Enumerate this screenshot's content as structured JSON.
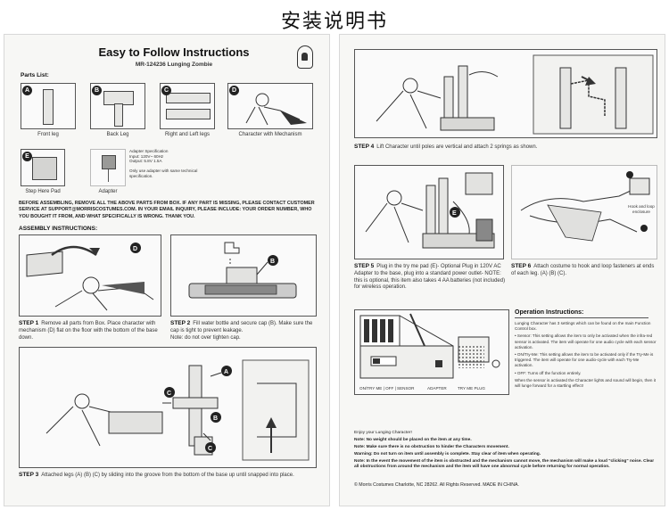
{
  "heading": "安装说明书",
  "doc": {
    "title": "Easy to Follow Instructions",
    "subtitle": "MR-124236 Lunging Zombie",
    "parts_list_label": "Parts List:",
    "parts": [
      {
        "letter": "A",
        "label": "Front leg"
      },
      {
        "letter": "B",
        "label": "Back Leg"
      },
      {
        "letter": "C",
        "label": "Right and Left legs"
      },
      {
        "letter": "D",
        "label": "Character with Mechanism"
      },
      {
        "letter": "E",
        "label": "Step Here Pad"
      },
      {
        "letter": "",
        "label": "Adapter"
      }
    ],
    "adapter_spec": "Adapter Specification\nInput: 120V~ 60Hz\nOutput: 5.8V 1.5A",
    "adapter_note": "Only use adapter with same technical specification.",
    "warning": "BEFORE ASSEMBLING, REMOVE ALL THE ABOVE PARTS FROM BOX.  IF ANY PART IS MISSING, PLEASE CONTACT CUSTOMER SERVICE AT SUPPORT@MORRISCOSTUMES.COM.  IN YOUR EMAIL INQUIRY, PLEASE INCLUDE: YOUR ORDER NUMBER, WHO YOU BOUGHT IT FROM, AND WHAT SPECIFICALLY IS WRONG.  THANK YOU.",
    "assembly_label": "ASSEMBLY INSTRUCTIONS:",
    "step1_label": "STEP 1",
    "step1_text": "Remove all parts from Box. Place character with mechanism (D) flat on the floor with the bottom of the base down.",
    "step2_label": "STEP 2",
    "step2_text": "Fill water bottle and secure cap (B). Make sure the cap is tight to prevent leakage.\nNote: do not over tighten cap.",
    "step3_label": "STEP 3",
    "step3_text": "Attached legs (A) (B) (C) by sliding into the groove from the bottom of the base up until snapped into place.",
    "step4_label": "STEP 4",
    "step4_text": "Lift Character until poles are vertical and attach 2 springs as shown.",
    "step5_label": "STEP 5",
    "step5_text": "Plug in the try me pad (E)- Optional\nPlug in 120V AC Adapter to the base, plug into a standard power outlet- NOTE: this is optional, this item also takes 4 AA batteries (not included) for wireless operation.",
    "step6_label": "STEP 6",
    "step6_text": "Attach costume to hook and loop fasteners at ends of each leg. (A) (B) (C).",
    "hook_loop_label": "Hook and loop enclosure",
    "op_title": "Operation Instructions:",
    "op_intro": "Lunging Character has 3 settings which can be found on the main Function Control box.",
    "op_sensor": "• Sensor: This setting allows the item to only be activated when the infra-red sensor is activated. The item will operate for one audio cycle with each sensor activation.",
    "op_tryme": "• ON/Try-Me: This setting allows the item to be activated only if the Try-Me is triggered. The item will operate for one audio-cycle with each Try-Me activation.",
    "op_off": "• OFF: Turns off the function entirely.",
    "op_note": "When the sensor is activated the Character lights and sound will begin, then it will lunge forward for a startling effect!",
    "switch_labels": "ON/TRY ME  |  OFF  |  SENSOR",
    "adapter_port": "ADAPTER",
    "tryme_plug": "TRY ME PLUG",
    "enjoy": "Enjoy your Lunging Character!",
    "note1": "Note: No weight should be placed on the item at any time.",
    "note2": "Note: Make sure there is no obstruction to hinder the Characters movement.",
    "note3": "Warning: Do not turn on item until assembly is complete. Stay clear of item when operating.",
    "note4": "Note: In the event the movement of the item is obstructed and the mechanism cannot move, the mechanism will make a loud \"clicking\" noise. Clear all obstructions from around the mechanism and the item will have one abnormal cycle before returning for normal operation.",
    "footer": "© Morris Costumes Charlotte, NC 28262. All Rights Reserved. MADE IN CHINA."
  }
}
